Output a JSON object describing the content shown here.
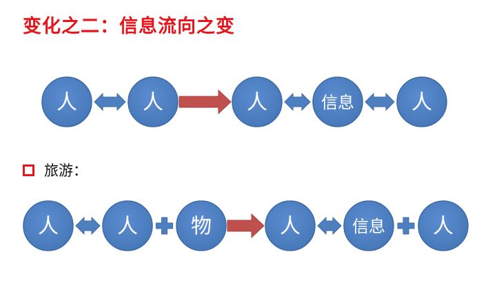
{
  "title": "变化之二：信息流向之变",
  "bullet": {
    "text": "旅游："
  },
  "colors": {
    "node": "#4e7fbf",
    "node_edge": "#3d6aa4",
    "link_arrow": "#4e7fbf",
    "flow_arrow": "#c0504d",
    "plus": "#4e7fbf",
    "title": "#e8141b"
  },
  "row1": {
    "nodes": [
      {
        "label": "人"
      },
      {
        "label": "人"
      },
      {
        "label": "人"
      },
      {
        "label": "信息"
      },
      {
        "label": "人"
      }
    ],
    "connectors": [
      "double-arrow",
      "flow-arrow",
      "double-arrow",
      "double-arrow"
    ]
  },
  "row2": {
    "nodes": [
      {
        "label": "人"
      },
      {
        "label": "人"
      },
      {
        "label": "物"
      },
      {
        "label": "人"
      },
      {
        "label": "信息"
      },
      {
        "label": "人"
      }
    ],
    "connectors": [
      "double-arrow",
      "plus",
      "flow-arrow",
      "double-arrow",
      "plus"
    ]
  }
}
